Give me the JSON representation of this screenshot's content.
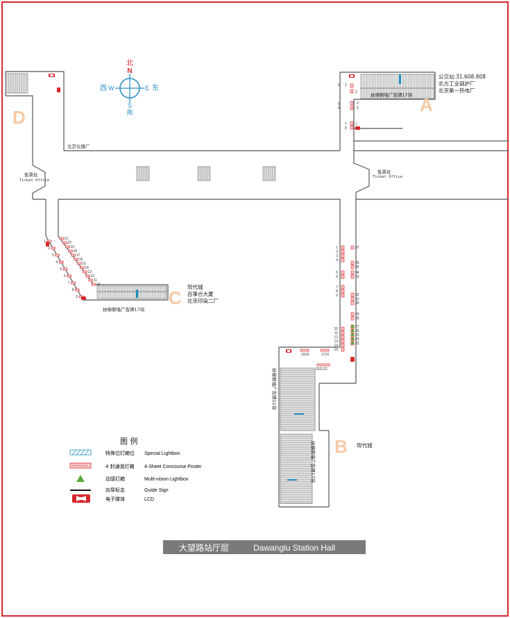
{
  "title": {
    "cn": "大望路站厅层",
    "en": "Dawanglu Station Hall"
  },
  "compass": {
    "north_cn": "北",
    "north_en": "N",
    "south_cn": "南",
    "south_en": "S",
    "west_cn": "西",
    "west_en": "W",
    "east_cn": "东",
    "east_en": "E"
  },
  "exits": [
    {
      "letter": "A",
      "lines": [
        "公交站:31.608.808",
        "北方工业锅炉厂",
        "北京第一热电厂"
      ]
    },
    {
      "letter": "B",
      "lines": [
        "现代城"
      ]
    },
    {
      "letter": "C",
      "lines": [
        "现代城",
        "百事合大厦",
        "北京印染二厂"
      ]
    },
    {
      "letter": "D",
      "lines": []
    }
  ],
  "places": {
    "instrument_factory": "北京仪器厂",
    "ticket_cn": "售票处",
    "ticket_en": "Ticket Office"
  },
  "stairs_labels": {
    "a": "扶梯侧墙广告牌17块",
    "c": "扶梯侧墙广告牌17块",
    "b1": "扶梯侧墙广告牌11块",
    "b2": "扶梯侧墙广告牌17块"
  },
  "ad_numbers": {
    "a_column": [
      "2",
      "3",
      "1",
      "2",
      "3",
      "5",
      "6",
      "1",
      "2",
      "7",
      "8",
      "1"
    ],
    "c_inner": [
      "21",
      "20",
      "19",
      "18",
      "17",
      "16",
      "15",
      "14",
      "13",
      "12",
      "11",
      "10"
    ],
    "c_outer": [
      "1",
      "2",
      "3",
      "4",
      "5",
      "6",
      "7",
      "8",
      "9"
    ],
    "b_west": [
      "1",
      "2",
      "3",
      "4",
      "5",
      "6",
      "7",
      "8",
      "9",
      "10",
      "11",
      "12",
      "13",
      "14",
      "15"
    ],
    "b_east": [
      "37",
      "36",
      "35",
      "34",
      "33",
      "32",
      "31",
      "30",
      "29",
      "28",
      "27",
      "26",
      "25",
      "24",
      "23"
    ],
    "b_bottom": [
      "19",
      "18",
      "17",
      "16",
      "20",
      "21",
      "22"
    ]
  },
  "legend": {
    "title": "图  例",
    "items": [
      {
        "cn": "特殊位灯箱位",
        "en": "Special Lightbox",
        "icon": "hatched-blue-box"
      },
      {
        "cn": "4 封通道灯箱",
        "en": "4-Sheet  Concourse Poster",
        "icon": "dotted-red-box"
      },
      {
        "cn": "动感灯箱",
        "en": "Multi-vision Lightbox",
        "icon": "green-triangle"
      },
      {
        "cn": "向导标志",
        "en": "Guide Sign",
        "icon": "black-line"
      },
      {
        "cn": "电子媒体",
        "en": "LCD",
        "icon": "red-lcd"
      }
    ]
  },
  "colors": {
    "frame": "#d9262c",
    "wall": "#555555",
    "ad_red": "#d9262c",
    "lightbox_blue": "#1a8fc0",
    "compass_blue": "#2b8fc6",
    "exit_letter": "#f6c9a6",
    "multivision_green": "#5aa83a",
    "title_bar": "#7a7a7a"
  }
}
